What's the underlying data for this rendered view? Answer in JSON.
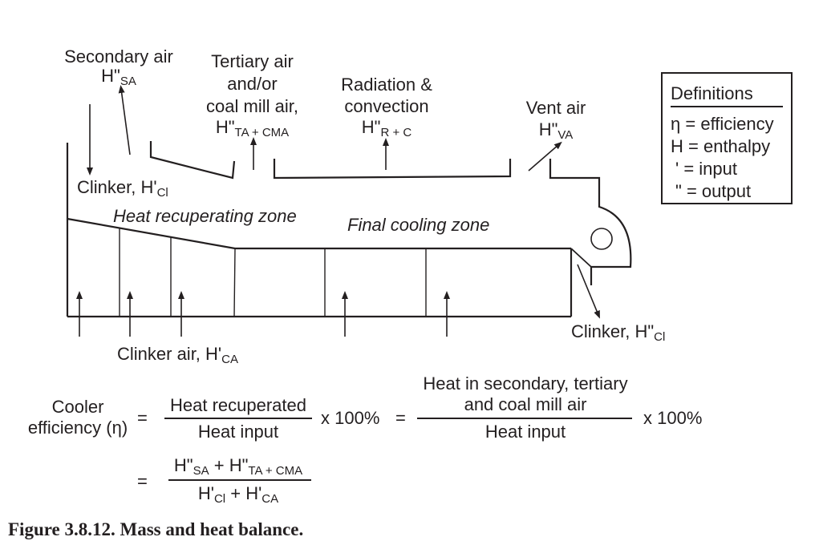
{
  "diagram": {
    "secondary_air": {
      "line1": "Secondary air",
      "sym": "H\"",
      "sub": "SA"
    },
    "tertiary_air": {
      "line1": "Tertiary air",
      "line2": "and/or",
      "line3": "coal mill air,",
      "sym": "H\"",
      "sub": "TA + CMA"
    },
    "radiation": {
      "line1": "Radiation &",
      "line2": "convection",
      "sym": "H\"",
      "sub": "R + C"
    },
    "vent_air": {
      "line1": "Vent air",
      "sym": "H\"",
      "sub": "VA"
    },
    "clinker_in": {
      "text": "Clinker, H'",
      "sub": "Cl"
    },
    "heat_zone": "Heat recuperating zone",
    "final_zone": "Final cooling zone",
    "clinker_air": {
      "text": "Clinker air, H'",
      "sub": "CA"
    },
    "clinker_out": {
      "text": "Clinker, H\"",
      "sub": "Cl"
    }
  },
  "definitions": {
    "title": "Definitions",
    "rows": [
      {
        "sym": "η",
        "text": "= efficiency"
      },
      {
        "sym": "H",
        "text": "= enthalpy"
      },
      {
        "sym": "'",
        "text": "= input"
      },
      {
        "sym": "\"",
        "text": "= output"
      }
    ]
  },
  "equation": {
    "lhs_line1": "Cooler",
    "lhs_line2": "efficiency (η)",
    "eq": "=",
    "frac1_num": "Heat recuperated",
    "frac1_den": "Heat input",
    "times": "x 100%",
    "frac2_num_line1": "Heat in secondary, tertiary",
    "frac2_num_line2": "and coal mill air",
    "frac2_den": "Heat input",
    "frac3_num": {
      "a": "H\"",
      "a_sub": "SA",
      "plus": " + ",
      "b": "H\"",
      "b_sub": "TA + CMA"
    },
    "frac3_den": {
      "a": "H'",
      "a_sub": "Cl",
      "plus": " + ",
      "b": "H'",
      "b_sub": "CA"
    }
  },
  "caption": "Figure 3.8.12. Mass and heat balance."
}
